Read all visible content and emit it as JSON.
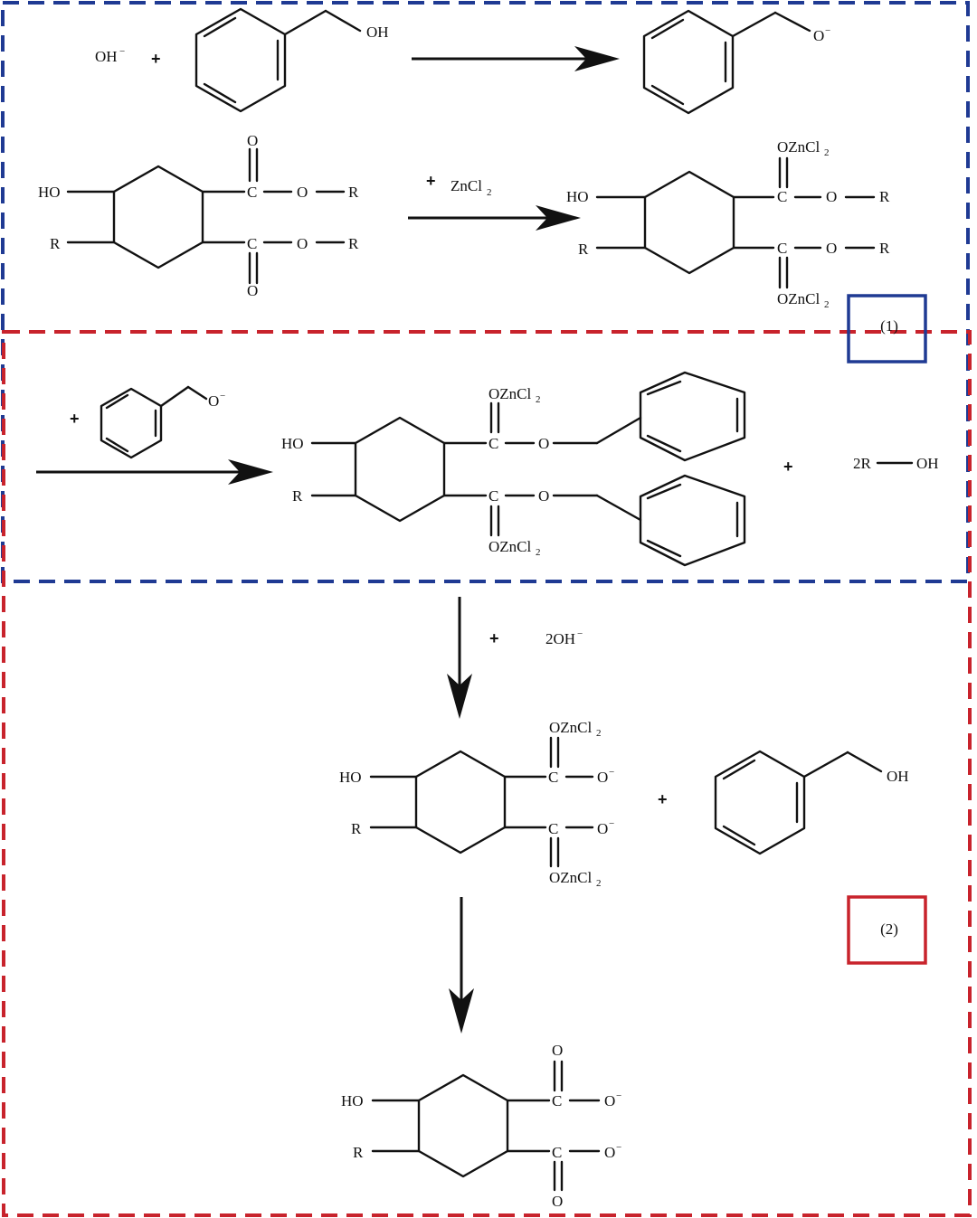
{
  "colors": {
    "step1_border": "#1f3a93",
    "step2_border": "#c8232c",
    "ink": "#111111"
  },
  "labels": {
    "oh_minus": "OH",
    "minus": "−",
    "plus": "+",
    "oh": "OH",
    "ho": "HO",
    "o": "O",
    "c": "C",
    "r": "R",
    "zncl": "ZnCl",
    "ozncl": "OZnCl",
    "two": "2",
    "two_r": "2R",
    "two_oh": "2OH"
  },
  "steps": {
    "step1": "(1)",
    "step2": "(2)"
  }
}
